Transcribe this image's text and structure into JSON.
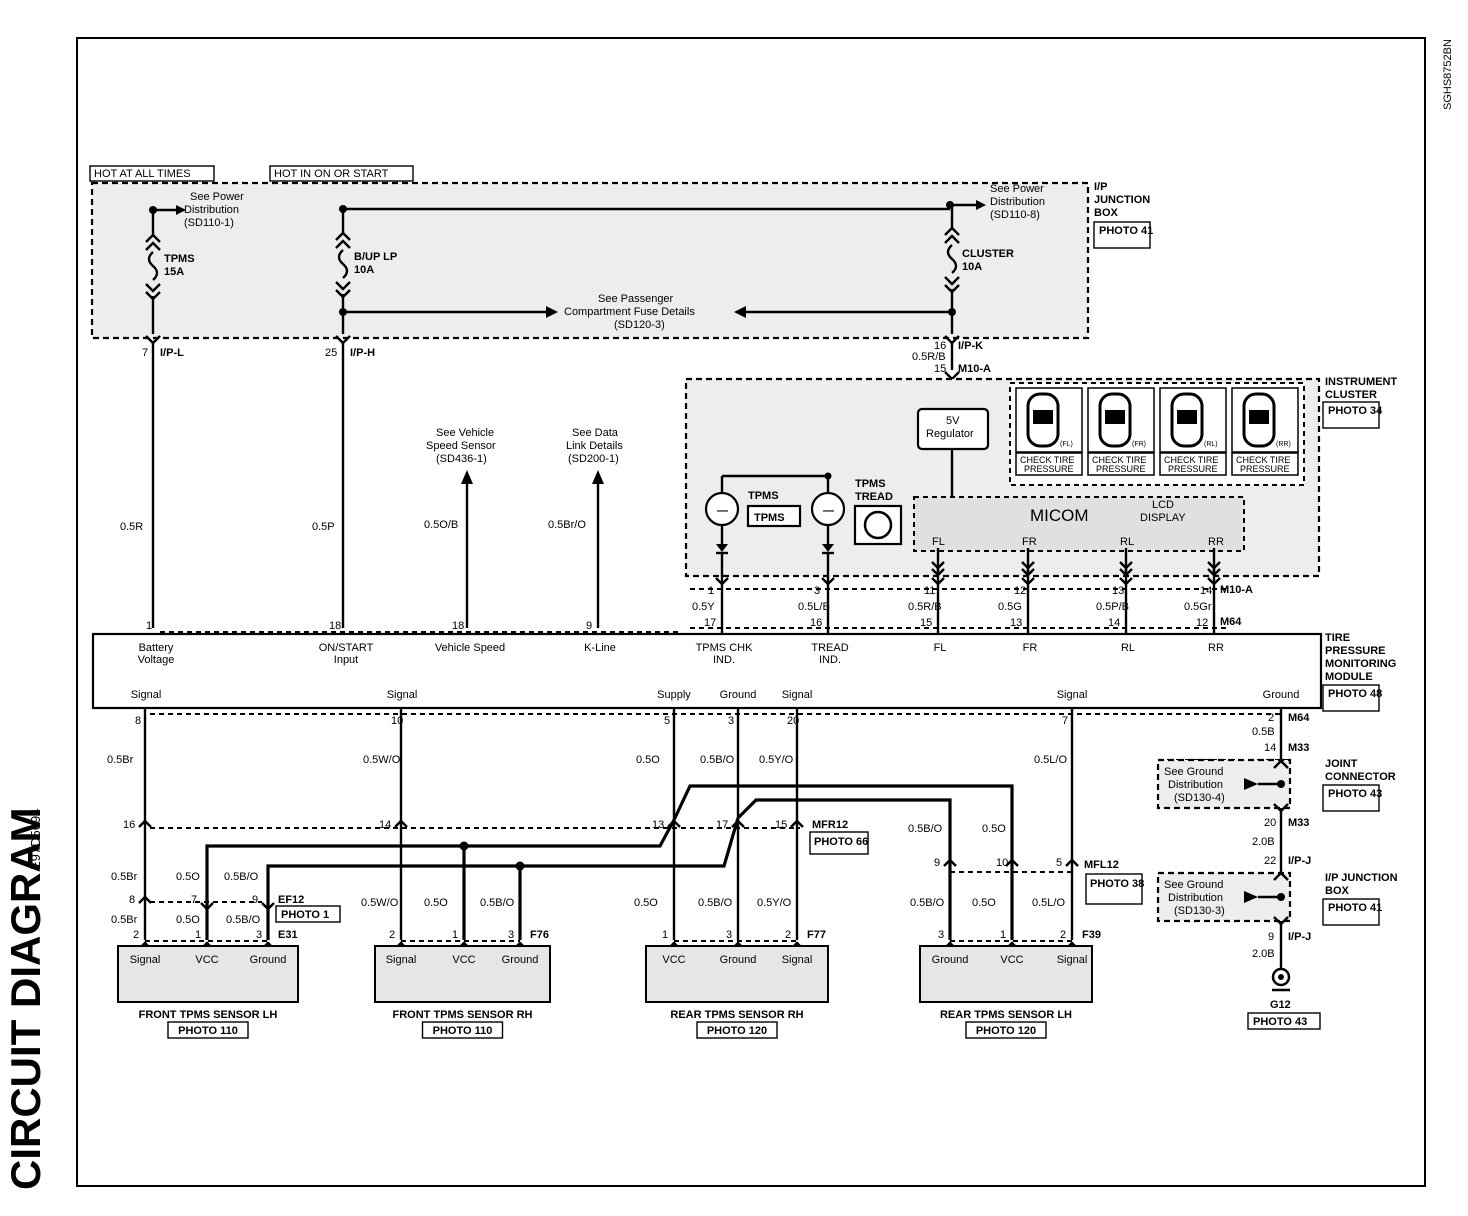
{
  "document": {
    "title": "CIRCUIT DIAGRAM",
    "code_left": "E97D5694",
    "code_right": "SGHS8752BN"
  },
  "hot_labels": {
    "at_all_times": "HOT AT ALL TIMES",
    "on_or_start": "HOT IN ON OR START"
  },
  "fuses": {
    "tpms": {
      "name": "TPMS",
      "rating": "15A"
    },
    "bup": {
      "name": "B/UP LP",
      "rating": "10A"
    },
    "cluster": {
      "name": "CLUSTER",
      "rating": "10A"
    }
  },
  "refs": {
    "power1": [
      "See Power",
      "Distribution",
      "(SD110-1)"
    ],
    "power8": [
      "See Power",
      "Distribution",
      "(SD110-8)"
    ],
    "passenger": [
      "See Passenger",
      "Compartment Fuse Details",
      "(SD120-3)"
    ],
    "vss": [
      "See Vehicle",
      "Speed Sensor",
      "(SD436-1)"
    ],
    "dlc": [
      "See Data",
      "Link Details",
      "(SD200-1)"
    ],
    "ground4": [
      "See Ground",
      "Distribution",
      "(SD130-4)"
    ],
    "ground3": [
      "See Ground",
      "Distribution",
      "(SD130-3)"
    ]
  },
  "junction_box_top": {
    "label": [
      "I/P",
      "JUNCTION",
      "BOX"
    ],
    "photo": "PHOTO 41"
  },
  "connectors": {
    "ipl": {
      "pin": "7",
      "name": "I/P-L"
    },
    "iph": {
      "pin": "25",
      "name": "I/P-H"
    },
    "ipk": {
      "pin": "16",
      "name": "I/P-K"
    },
    "m10a_top": {
      "pin": "15",
      "name": "M10-A"
    },
    "wire_ipk": "0.5R/B"
  },
  "cluster": {
    "label": [
      "INSTRUMENT",
      "CLUSTER"
    ],
    "photo": "PHOTO 34",
    "regulator": [
      "5V",
      "Regulator"
    ],
    "tpms_lamp": "TPMS",
    "tpms_lamp_badge": "TPMS",
    "tread_lamp": [
      "TPMS",
      "TREAD"
    ],
    "out_5v": "5V",
    "micom": "MICOM",
    "lcd": [
      "LCD",
      "DISPLAY"
    ],
    "lcd_positions": [
      "FL",
      "FR",
      "RL",
      "RR"
    ],
    "tire_icons": [
      {
        "code": "(FL)",
        "caption": [
          "CHECK TIRE",
          "PRESSURE"
        ]
      },
      {
        "code": "(FR)",
        "caption": [
          "CHECK TIRE",
          "PRESSURE"
        ]
      },
      {
        "code": "(RL)",
        "caption": [
          "CHECK TIRE",
          "PRESSURE"
        ]
      },
      {
        "code": "(RR)",
        "caption": [
          "CHECK TIRE",
          "PRESSURE"
        ]
      }
    ]
  },
  "cluster_pins": [
    {
      "top": "1",
      "wire": "0.5Y",
      "bottom": "17"
    },
    {
      "top": "3",
      "wire": "0.5L/B",
      "bottom": "16"
    },
    {
      "top": "11",
      "wire": "0.5R/B",
      "bottom": "15"
    },
    {
      "top": "12",
      "wire": "0.5G",
      "bottom": "13"
    },
    {
      "top": "13",
      "wire": "0.5P/B",
      "bottom": "14"
    },
    {
      "top": "14",
      "wire": "0.5Gr",
      "bottom": "12"
    }
  ],
  "cluster_conn": {
    "top": "M10-A",
    "bottom": "M64"
  },
  "upper_wires": [
    {
      "wire": "0.5R",
      "pin": "1"
    },
    {
      "wire": "0.5P",
      "pin": "18"
    },
    {
      "wire": "0.5O/B",
      "pin": "18"
    },
    {
      "wire": "0.5Br/O",
      "pin": "9"
    }
  ],
  "module": {
    "name": [
      "TIRE",
      "PRESSURE",
      "MONITORING",
      "MODULE"
    ],
    "photo": "PHOTO 48",
    "top_labels": [
      [
        "Battery",
        "Voltage"
      ],
      [
        "ON/START",
        "Input"
      ],
      [
        "Vehicle Speed"
      ],
      [
        "K-Line"
      ],
      [
        "TPMS CHK",
        "IND."
      ],
      [
        "TREAD",
        "IND."
      ],
      [
        "FL"
      ],
      [
        "FR"
      ],
      [
        "RL"
      ],
      [
        "RR"
      ]
    ],
    "bottom_labels": [
      "Signal",
      "Signal",
      "Supply",
      "Ground",
      "Signal",
      "Signal",
      "Ground"
    ]
  },
  "lower": {
    "pins_top": [
      "8",
      "10",
      "5",
      "3",
      "20",
      "7",
      "2"
    ],
    "wires_top": [
      "0.5Br",
      "0.5W/O",
      "0.5O",
      "0.5B/O",
      "0.5Y/O",
      "0.5L/O",
      "0.5B"
    ],
    "main_conn_pins": [
      "16",
      "14",
      "13",
      "17",
      "15"
    ],
    "main_conn": "MFR12",
    "main_conn_photo": "PHOTO 66",
    "mfl_pins": [
      "9",
      "10",
      "5"
    ],
    "mfl_wires": [
      "0.5B/O",
      "0.5O"
    ],
    "mfl_conn": "MFL12",
    "mfl_photo": "PHOTO 38",
    "ef_pins": [
      "8",
      "7",
      "9"
    ],
    "ef_wires_top": [
      "0.5Br",
      "0.5O",
      "0.5B/O"
    ],
    "ef_wires_bottom": [
      "0.5Br",
      "0.5O",
      "0.5B/O"
    ],
    "ef_conn": "EF12",
    "ef_photo": "PHOTO 1"
  },
  "ground_chain": {
    "m64_pin": "2",
    "m64": "M64",
    "wire1": "0.5B",
    "m33_pin_a": "14",
    "m33": "M33",
    "joint_label": [
      "JOINT",
      "CONNECTOR"
    ],
    "joint_photo": "PHOTO 43",
    "m33_pin_b": "20",
    "wire2": "2.0B",
    "ipj_pin_a": "22",
    "ipj": "I/P-J",
    "jb_label": [
      "I/P JUNCTION",
      "BOX"
    ],
    "jb_photo": "PHOTO 41",
    "ipj_pin_b": "9",
    "wire3": "2.0B",
    "ground": "G12",
    "ground_photo": "PHOTO 43"
  },
  "sensors": [
    {
      "title": "FRONT TPMS SENSOR LH",
      "photo": "PHOTO 110",
      "conn": "E31",
      "pins": [
        "2",
        "1",
        "3"
      ],
      "labels": [
        "Signal",
        "VCC",
        "Ground"
      ]
    },
    {
      "title": "FRONT TPMS SENSOR RH",
      "photo": "PHOTO 110",
      "conn": "F76",
      "pins": [
        "2",
        "1",
        "3"
      ],
      "labels": [
        "Signal",
        "VCC",
        "Ground"
      ],
      "wires": [
        "0.5W/O",
        "0.5O",
        "0.5B/O"
      ]
    },
    {
      "title": "REAR TPMS SENSOR RH",
      "photo": "PHOTO 120",
      "conn": "F77",
      "pins": [
        "1",
        "3",
        "2"
      ],
      "labels": [
        "VCC",
        "Ground",
        "Signal"
      ],
      "wires": [
        "0.5O",
        "0.5B/O",
        "0.5Y/O"
      ]
    },
    {
      "title": "REAR TPMS SENSOR LH",
      "photo": "PHOTO 120",
      "conn": "F39",
      "pins": [
        "3",
        "1",
        "2"
      ],
      "labels": [
        "Ground",
        "VCC",
        "Signal"
      ],
      "wires": [
        "0.5B/O",
        "0.5O",
        "0.5L/O"
      ]
    }
  ]
}
